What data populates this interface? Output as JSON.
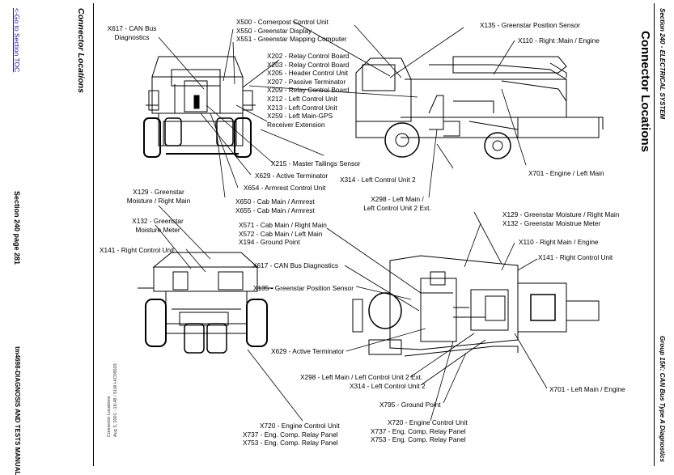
{
  "left_margin": {
    "toc_link": "<-Go to Section TOC",
    "header_title": "Connector Locations",
    "page_label": "Section 240 page 281",
    "manual_id": "tm4698-DIAGNOSIS AND TESTS MANUAL"
  },
  "right_margin": {
    "section": "Section 240 - ELECTRICAL SYSTEM",
    "title": "Connector Locations",
    "group": "Group 15K: CAN Bus Type A Diagnostics"
  },
  "figure_caption": [
    "Connector Locations",
    "Aug 3, 2001 - 16:48 / SLW H/C06503"
  ],
  "callouts": {
    "x617_top": [
      "X617 - CAN Bus",
      "Diagnostics"
    ],
    "top_cab": [
      "X500 - Cornerpost Control Unit",
      "X550 - Greenstar Display",
      "X551 - Greenstar Mapping Computer"
    ],
    "relay": [
      "X202 - Relay Control Board",
      "X203 - Relay Control Board",
      "X205 - Header Control Unit",
      "X207 - Passive Terminator",
      "X209 - Relay Control Board",
      "X212 - Left Control Unit",
      "X213 - Left Control Unit",
      "X259 - Left Main-GPS",
      "Receiver Extension"
    ],
    "x135_top": "X135 - Greenstar Position Sensor",
    "x110_top": "X110 - Right :Main / Engine",
    "x215": "X215 - Master Tailings Sensor",
    "x629_mid": "X629 - Active Terminator",
    "x654": "X654 - Armrest Control Unit",
    "x314_top": "X314 - Left Control Unit 2",
    "x701_top": "X701 - Engine / Left Main",
    "x129_left": [
      "X129 - Greenstar",
      "Moisture / Right Main"
    ],
    "x298_top": [
      "X298 - Left Main /",
      "Left Control Unit 2 Ext."
    ],
    "cab_main": [
      "X650 - Cab Main / Armrest",
      "X655 - Cab Main / Armrest"
    ],
    "x132_left": [
      "X132 - Greenstar",
      "Moisture Meter"
    ],
    "cab_main2": [
      "X571 - Cab Main / Right Main",
      "X572 - Cab Main / Left Main",
      "X194 - Ground Point"
    ],
    "x141_left": "X141 - Right Control Unit",
    "x129_right": "X129 - Greenstar Moisture / Right Main",
    "x132_right": "X132 - Greenstar Moistrue Meter",
    "x110_right": "X110 - Right Main / Engine",
    "x141_right": "X141 - Right Control Unit",
    "x617_mid": "X617 - CAN Bus Diagnostics",
    "x135_mid": "X135 - Greenstar Position Sensor",
    "x629_low": "X629 - Active Terminator",
    "x298_low": [
      "X298 - Left Main / Left Control Unit 2 Ext.",
      "X314 - Left Control Unit 2"
    ],
    "x701_low": "X701 - Left Main / Engine",
    "x795": "X795 - Ground Point",
    "engine_left": [
      "X720 - Engine Control Unit",
      "X737 - Eng. Comp. Relay Panel",
      "X753 - Eng. Comp. Relay Panel"
    ],
    "engine_right": [
      "X720 - Engine Control Unit",
      "X737 - Eng. Comp. Relay Panel",
      "X753 - Eng. Comp. Relay Panel"
    ]
  }
}
